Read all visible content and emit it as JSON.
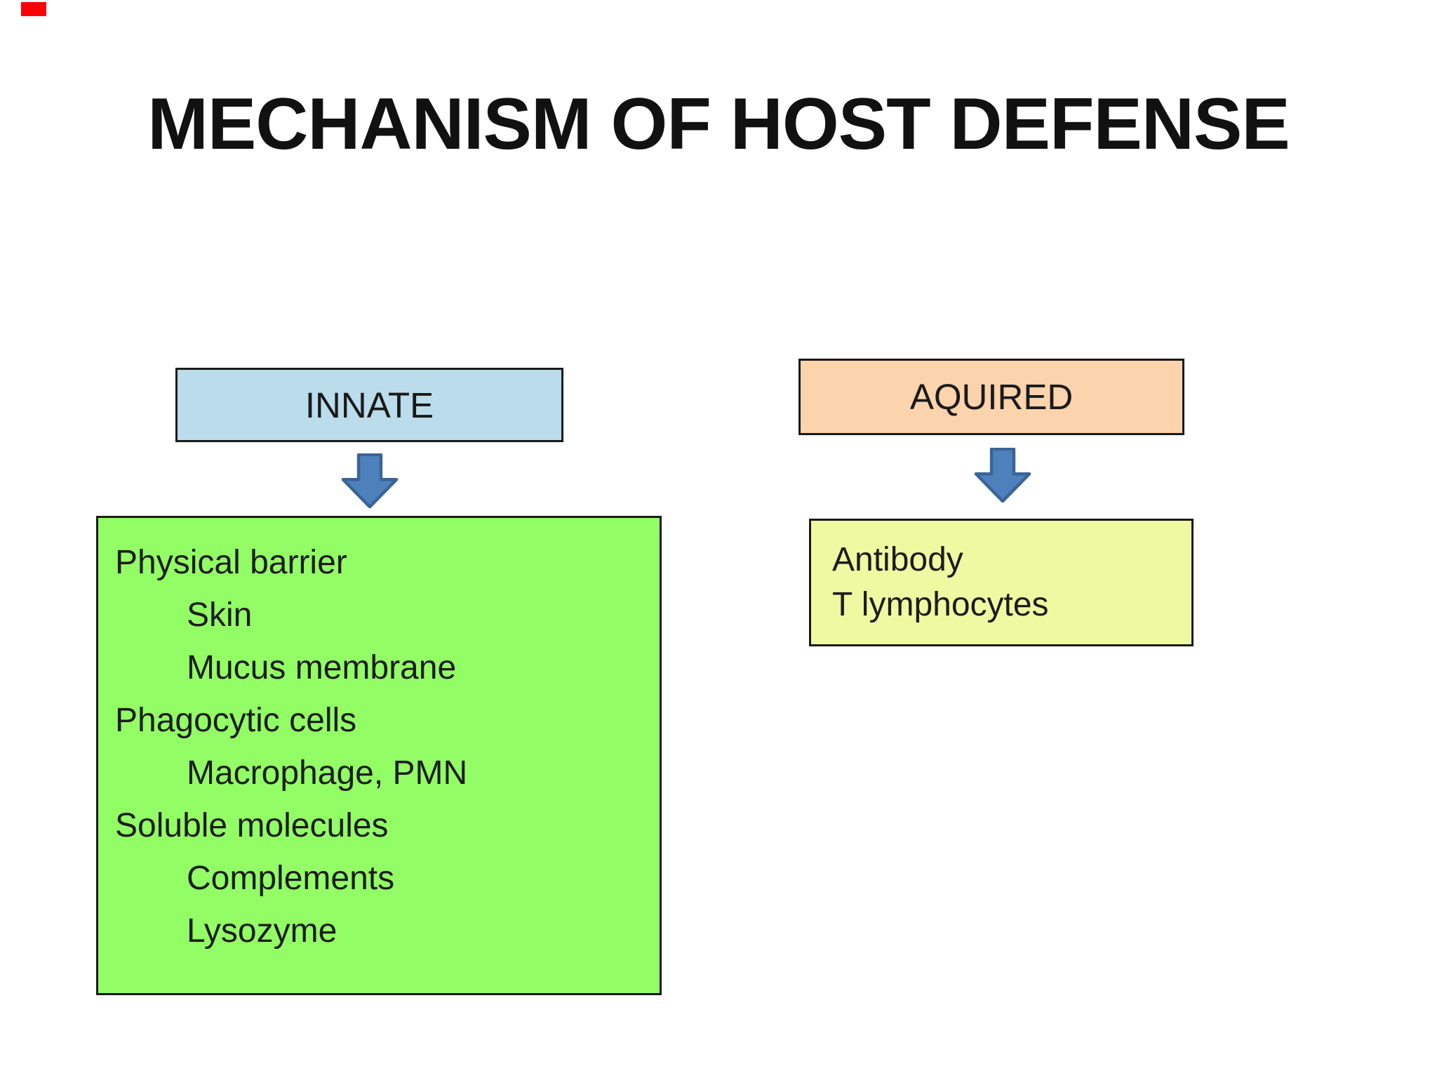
{
  "slide": {
    "marker": {
      "color": "#fb0007"
    },
    "title": "MECHANISM OF HOST DEFENSE",
    "arrow": {
      "fill": "#4e80bc",
      "stroke": "#3a6497"
    },
    "columns": {
      "innate": {
        "header": "INNATE",
        "header_fill": "#badceb",
        "body_fill": "#92fd65",
        "items": [
          {
            "text": "Physical barrier",
            "indent": false
          },
          {
            "text": "Skin",
            "indent": true
          },
          {
            "text": "Mucus membrane",
            "indent": true
          },
          {
            "text": "Phagocytic cells",
            "indent": false
          },
          {
            "text": "Macrophage, PMN",
            "indent": true
          },
          {
            "text": "Soluble molecules",
            "indent": false
          },
          {
            "text": "Complements",
            "indent": true
          },
          {
            "text": "Lysozyme",
            "indent": true
          }
        ]
      },
      "acquired": {
        "header": "AQUIRED",
        "header_fill": "#fbd3ac",
        "body_fill": "#eefaa1",
        "items": [
          {
            "text": "Antibody"
          },
          {
            "text": "T lymphocytes"
          }
        ]
      }
    }
  }
}
